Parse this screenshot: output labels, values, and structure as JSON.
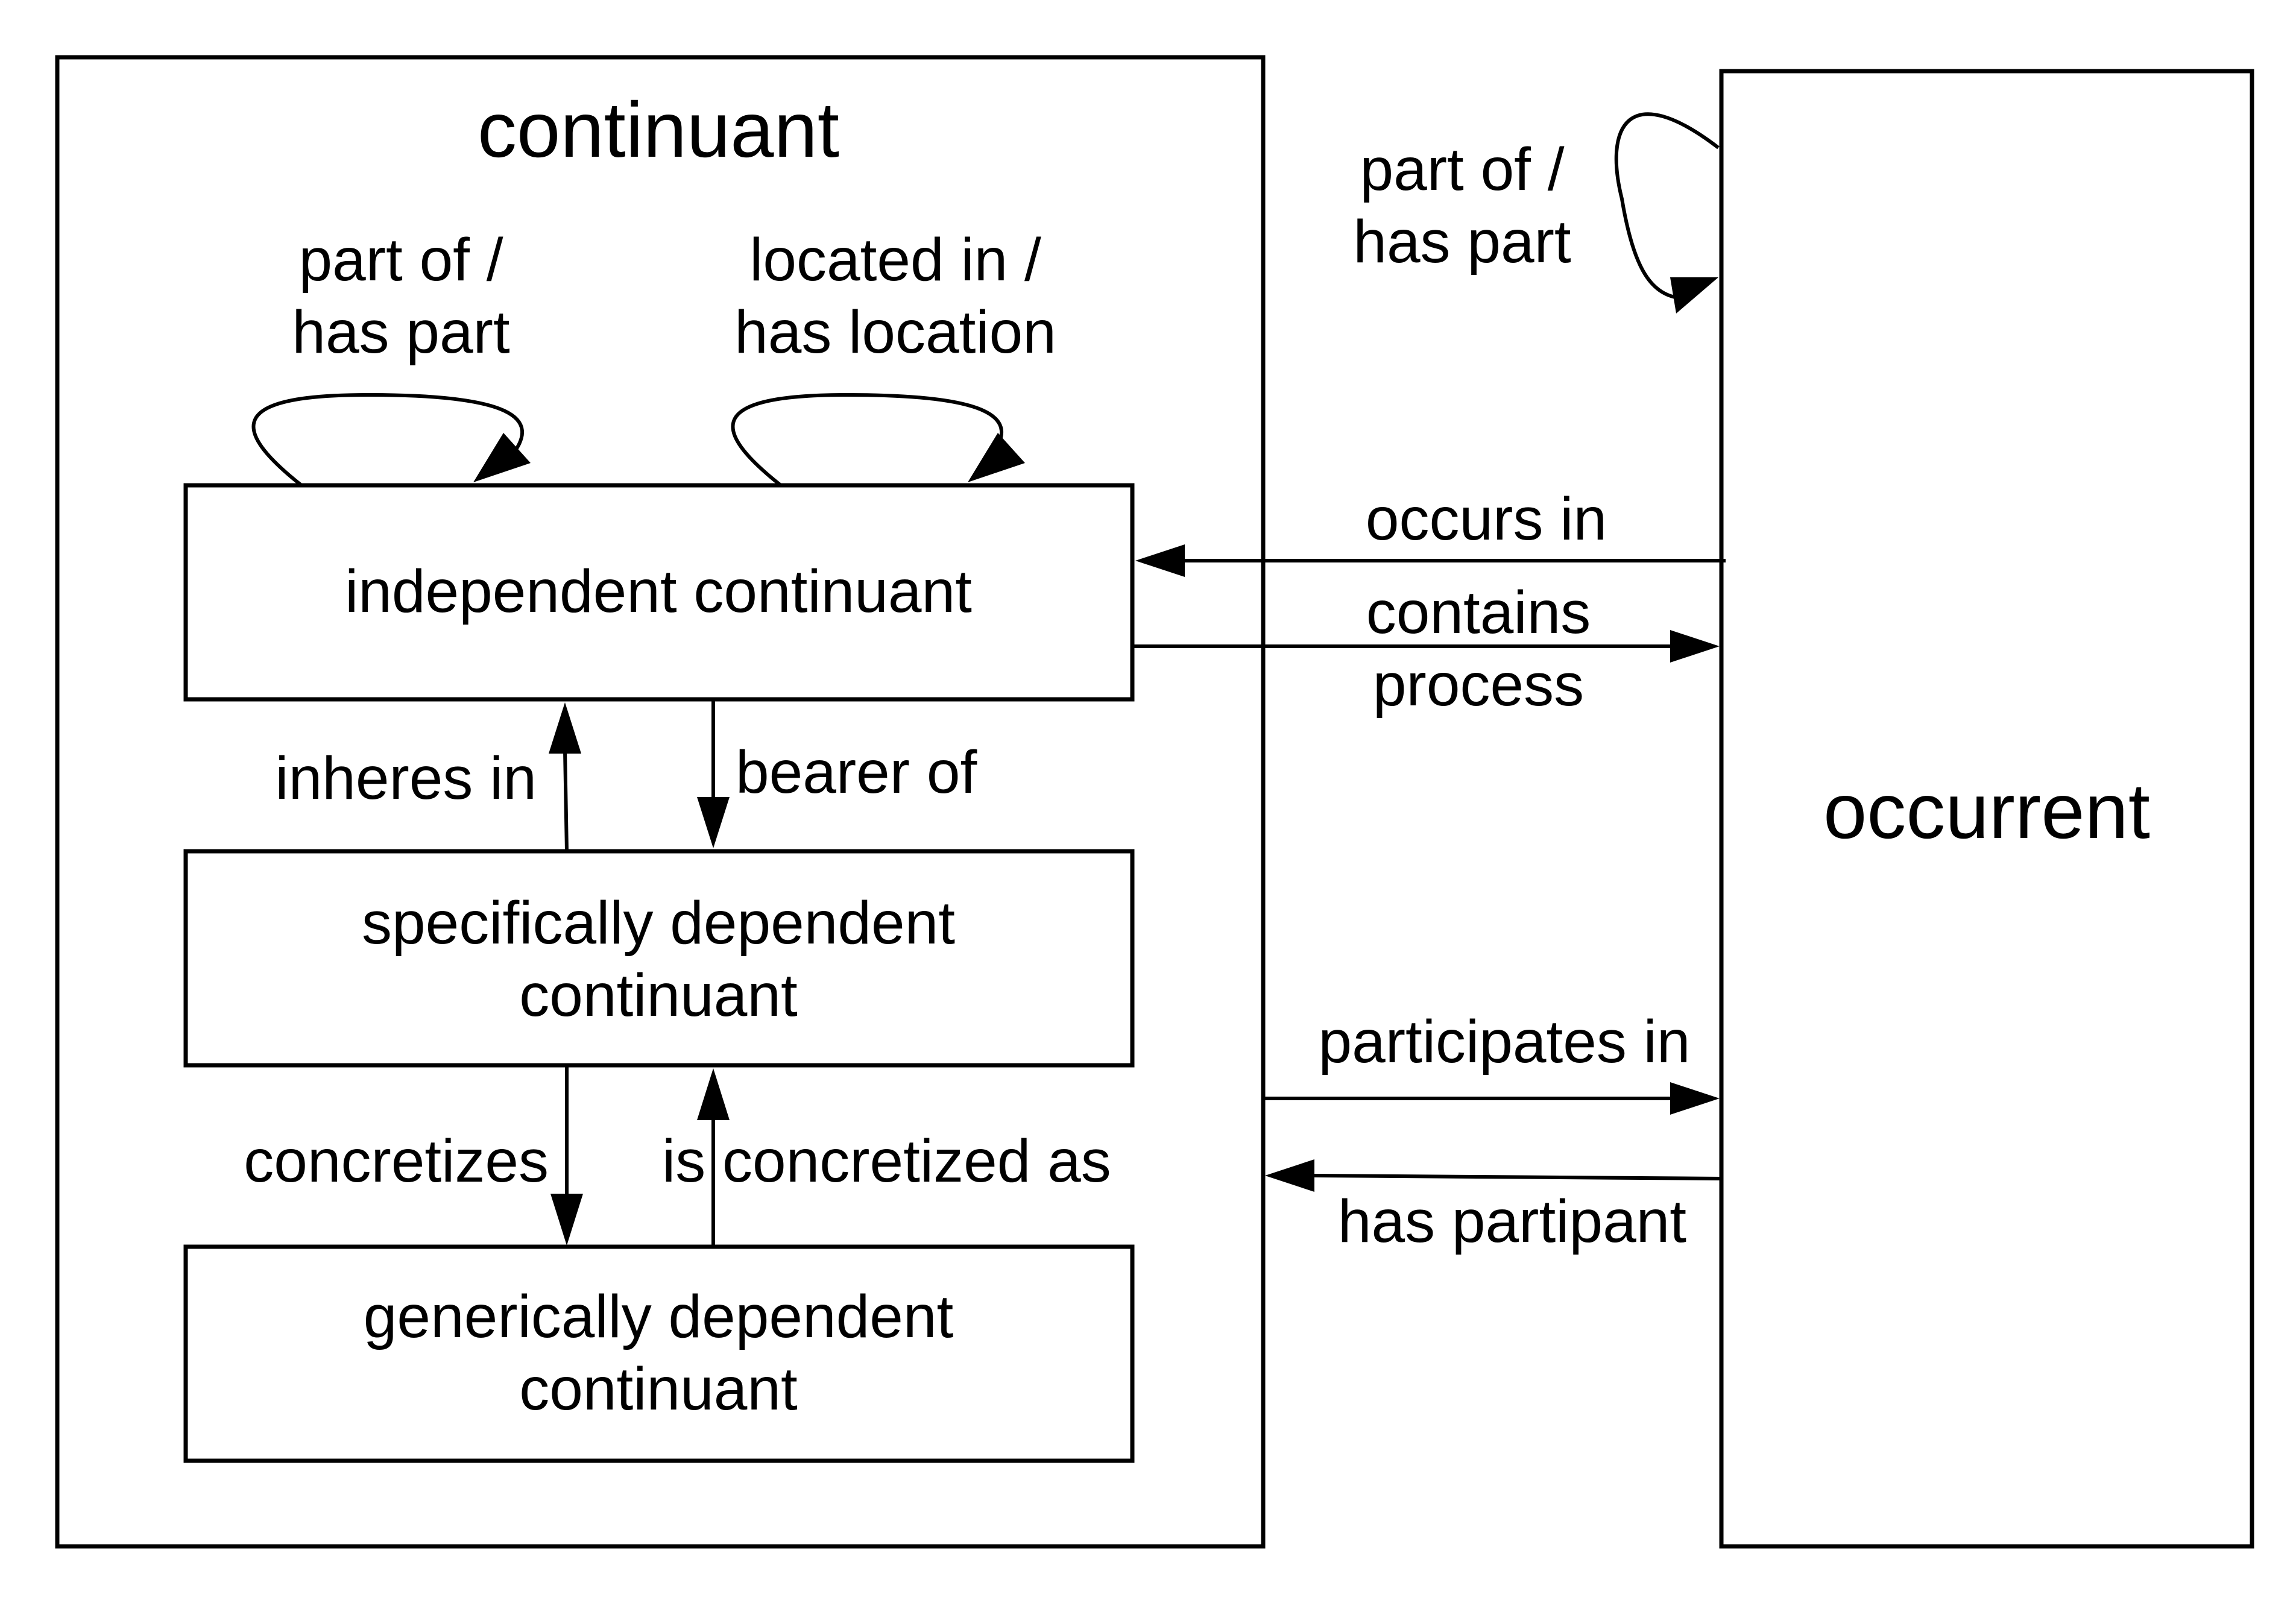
{
  "continuant": {
    "title": "continuant",
    "loop_part_of": [
      "part of /",
      "has part"
    ],
    "loop_located_in": [
      "located in /",
      "has location"
    ],
    "independent": "independent continuant",
    "specifically_dependent": [
      "specifically dependent",
      "continuant"
    ],
    "generically_dependent": [
      "generically dependent",
      "continuant"
    ],
    "inheres_in": "inheres in",
    "bearer_of": "bearer of",
    "concretizes": "concretizes",
    "is_concretized_as": "is concretized as"
  },
  "occurrent": {
    "title": "occurrent",
    "loop_part_of": [
      "part of /",
      "has part"
    ]
  },
  "relations": {
    "occurs_in": "occurs in",
    "contains_process": [
      "contains",
      "process"
    ],
    "participates_in": "participates in",
    "has_participant": "has partipant"
  }
}
